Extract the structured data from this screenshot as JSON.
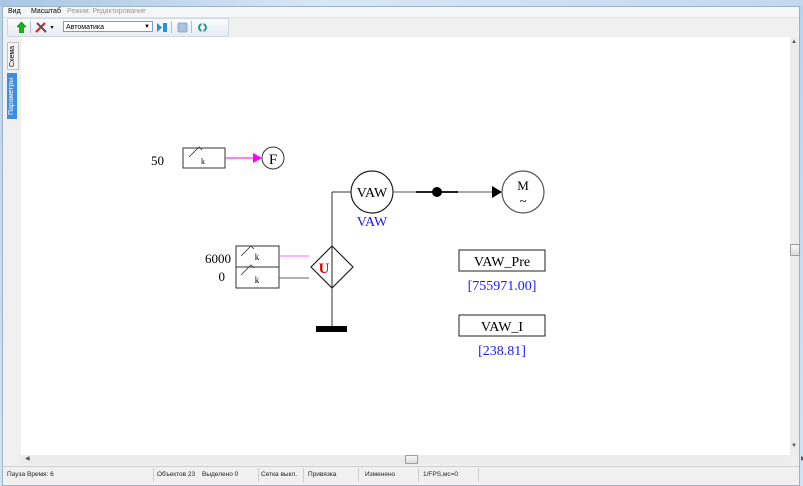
{
  "menu": {
    "items": [
      "Вид",
      "Масштаб"
    ],
    "mode_label": "Режим: Редактирование"
  },
  "toolbar": {
    "buttons": [
      "up-arrow-icon",
      "tools-icon",
      "dropdown-arrow",
      "step-icon",
      "window-icon",
      "refresh-icon"
    ],
    "mode_select": "Автоматика"
  },
  "side_tabs": [
    "Схема",
    "Параметры"
  ],
  "diagram": {
    "const_f_value": "50",
    "const_f_label": "k",
    "f_block": "F",
    "const_u1_value": "6000",
    "const_u2_value": "0",
    "const_u_label": "k",
    "source_label": "U",
    "meter_label": "VAW",
    "meter_name": "VAW",
    "motor_label": "M",
    "motor_sub": "~",
    "probes": [
      {
        "name": "VAW_Pre",
        "value": "[755971.00]"
      },
      {
        "name": "VAW_I",
        "value": "[238.81]"
      }
    ],
    "colors": {
      "signal_link": "#ff00ff",
      "value_text": "#1a1aff",
      "source_label": "#e00000"
    }
  },
  "status": {
    "state": "Пауза",
    "time": "Время: 6",
    "objects": "Объектов 23",
    "selected": "Выделено 0",
    "grid": "Сетка выкл.",
    "snap": "Привязка",
    "changed": "Изменено",
    "fps": "1/FPS,мс=0"
  }
}
